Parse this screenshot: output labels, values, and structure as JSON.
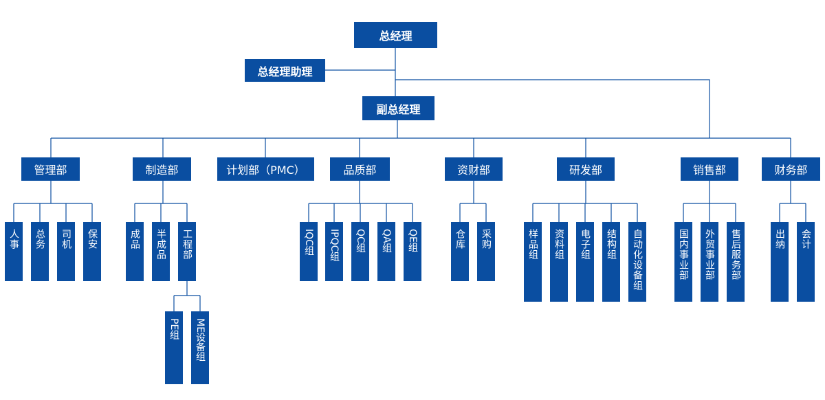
{
  "org": {
    "gm": "总经理",
    "gm_assistant": "总经理助理",
    "deputy_gm": "副总经理",
    "departments": {
      "management": "管理部",
      "manufacturing": "制造部",
      "planning": "计划部（PMC）",
      "quality": "品质部",
      "materials": "资财部",
      "rnd": "研发部",
      "sales": "销售部",
      "finance": "财务部"
    },
    "management_units": [
      "人事",
      "总务",
      "司机",
      "保安"
    ],
    "manufacturing_units": [
      "成品",
      "半成品",
      "工程部"
    ],
    "engineering_units": [
      "PE组",
      "ME设备组"
    ],
    "quality_units": [
      "IQC组",
      "IPQC组",
      "QC组",
      "QA组",
      "QE组"
    ],
    "materials_units": [
      "仓库",
      "采购"
    ],
    "rnd_units": [
      "样品组",
      "资料组",
      "电子组",
      "结构组",
      "自动化设备组"
    ],
    "sales_units": [
      "国内事业部",
      "外贸事业部",
      "售后服务部"
    ],
    "finance_units": [
      "出纳",
      "会计"
    ]
  },
  "colors": {
    "box": "#0a4ea1",
    "line": "#0a4ea1",
    "text": "#ffffff"
  }
}
